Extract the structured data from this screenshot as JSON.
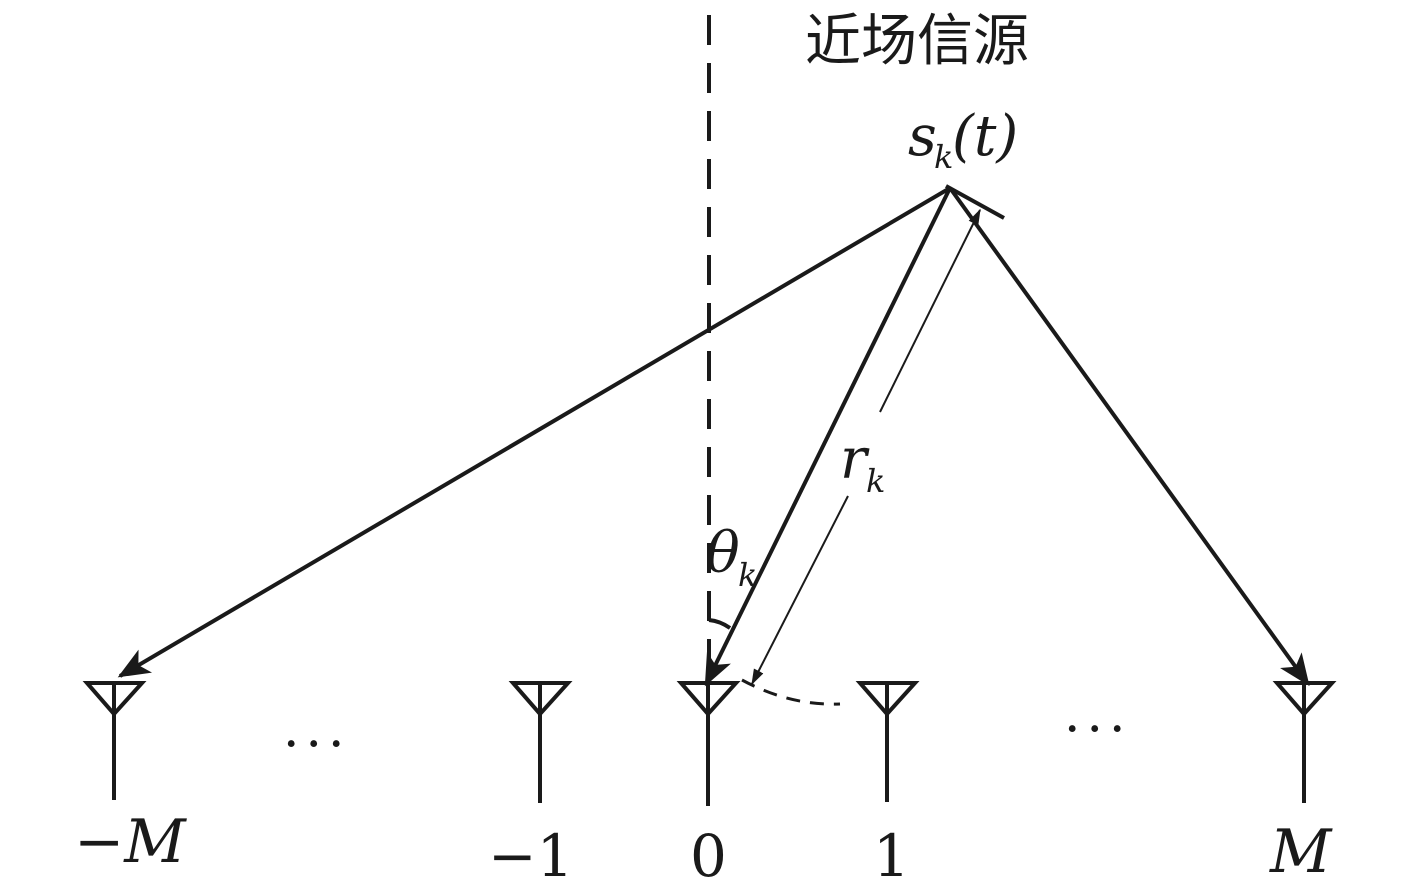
{
  "title": "近场信源",
  "source_label": {
    "main": "s",
    "sub": "k",
    "arg": "(t)"
  },
  "distance_label": {
    "main": "r",
    "sub": "k"
  },
  "angle_label": {
    "main": "θ",
    "sub": "k"
  },
  "ellipsis_left": "···",
  "ellipsis_right": "···",
  "elements": [
    {
      "label": "−M"
    },
    {
      "label": "−1"
    },
    {
      "label": "0"
    },
    {
      "label": "1"
    },
    {
      "label": "M"
    }
  ],
  "colors": {
    "line": "#1a1a1a",
    "background": "#ffffff"
  }
}
